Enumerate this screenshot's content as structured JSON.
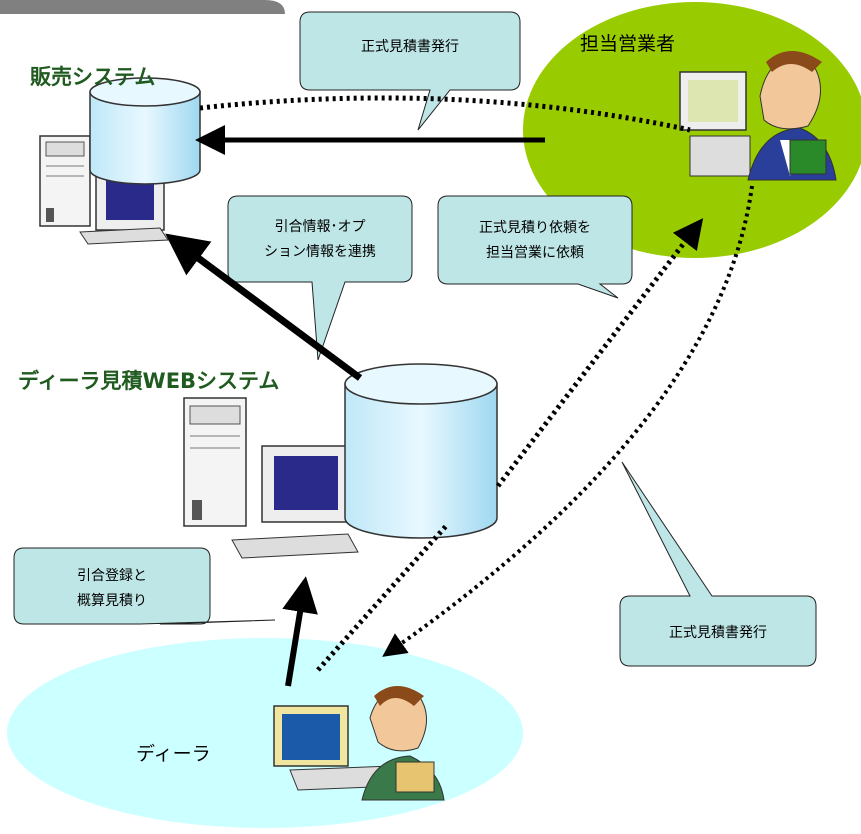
{
  "systems": {
    "sales_system": "販売システム",
    "dealer_web_system": "ディーラ見積WEBシステム"
  },
  "actors": {
    "sales_rep": "担当営業者",
    "dealer": "ディーラ"
  },
  "callouts": {
    "formal_quote_issue_top": "正式見積書発行",
    "link_info_line1": "引合情報･オプ",
    "link_info_line2": "ション情報を連携",
    "request_line1": "正式見積り依頼を",
    "request_line2": "担当営業に依頼",
    "register_line1": "引合登録と",
    "register_line2": "概算見積り",
    "formal_quote_issue_bottom": "正式見積書発行"
  },
  "colors": {
    "sales_rep_area": "#99cc00",
    "dealer_area": "#ccffff",
    "callout_fill": "#bfe6e6",
    "db_fill": "#c8ecfa",
    "title_text": "#1f5a1f",
    "monitor_screen": "#2a2a8a"
  }
}
